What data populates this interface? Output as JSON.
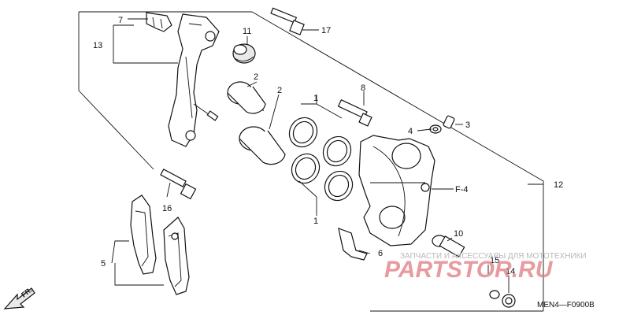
{
  "diagram": {
    "callouts": {
      "c1a": "1",
      "c1b": "1",
      "c2a": "2",
      "c2b": "2",
      "c3": "3",
      "c4": "4",
      "c5": "5",
      "c6": "6",
      "c7": "7",
      "c8": "8",
      "c10": "10",
      "c11": "11",
      "c12": "12",
      "c13": "13",
      "c14": "14",
      "c15": "15",
      "c16": "16",
      "c17": "17"
    },
    "ref_label": "F-4",
    "forward_label": "FR.",
    "drawing_code": "MEN4—F0900B"
  },
  "watermark": {
    "tagline": "ЗАПЧАСТИ И АКСЕССУАРЫ ДЛЯ МОТОТЕХНИКИ",
    "brand": "PARTSTOR.RU",
    "color": "#e07a80"
  }
}
